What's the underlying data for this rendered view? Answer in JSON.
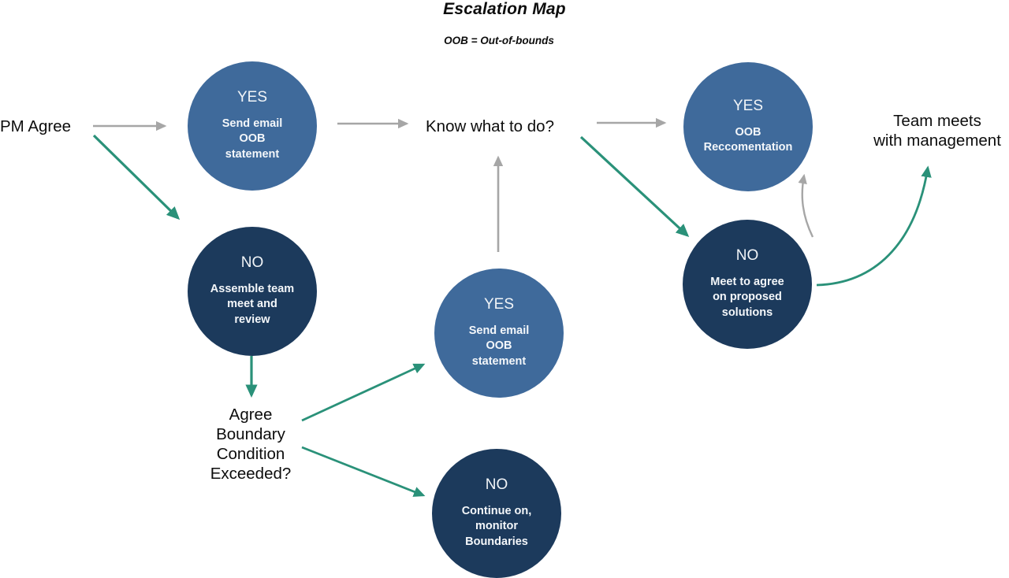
{
  "header": {
    "title": "Escalation Map",
    "subtitle": "OOB = Out-of-bounds"
  },
  "colors": {
    "blue_node": "#3f6a9b",
    "navy_node": "#1c3a5c",
    "teal_arrow": "#2a9179",
    "gray_arrow": "#a6a6a6",
    "text": "#0d0d0d",
    "background": "#ffffff"
  },
  "labels": [
    {
      "id": "pm-agree",
      "text": "PM Agree"
    },
    {
      "id": "know-what-to-do",
      "text": "Know what to do?"
    },
    {
      "id": "agree-boundary",
      "text": "Agree\nBoundary\nCondition\nExceeded?"
    },
    {
      "id": "team-meets",
      "text": "Team meets\nwith management"
    }
  ],
  "nodes": [
    {
      "id": "yes-send-email-oob-1",
      "verdict": "YES",
      "detail": "Send email\nOOB\nstatement",
      "style": "blue"
    },
    {
      "id": "no-assemble-team",
      "verdict": "NO",
      "detail": "Assemble team\nmeet and\nreview",
      "style": "navy"
    },
    {
      "id": "yes-send-email-oob-2",
      "verdict": "YES",
      "detail": "Send email\nOOB\nstatement",
      "style": "blue"
    },
    {
      "id": "no-continue-monitor",
      "verdict": "NO",
      "detail": "Continue on,\nmonitor\nBoundaries",
      "style": "navy"
    },
    {
      "id": "yes-oob-reccomentation",
      "verdict": "YES",
      "detail": "OOB\nReccomentation",
      "style": "blue"
    },
    {
      "id": "no-meet-to-agree",
      "verdict": "NO",
      "detail": "Meet to agree\non proposed\nsolutions",
      "style": "navy"
    }
  ],
  "connectors": [
    {
      "id": "pm-agree-to-yes1",
      "color": "gray",
      "shape": "straight"
    },
    {
      "id": "pm-agree-to-no-assemble",
      "color": "teal",
      "shape": "straight"
    },
    {
      "id": "yes1-to-know-what-to-do",
      "color": "gray",
      "shape": "straight"
    },
    {
      "id": "no-assemble-to-agree-boundary",
      "color": "teal",
      "shape": "straight"
    },
    {
      "id": "agree-boundary-to-yes2",
      "color": "teal",
      "shape": "straight"
    },
    {
      "id": "agree-boundary-to-no-continue",
      "color": "teal",
      "shape": "straight"
    },
    {
      "id": "yes2-to-know-what-to-do",
      "color": "gray",
      "shape": "straight"
    },
    {
      "id": "know-what-to-do-to-yes-oob",
      "color": "gray",
      "shape": "straight"
    },
    {
      "id": "know-what-to-do-to-no-meet",
      "color": "teal",
      "shape": "straight"
    },
    {
      "id": "no-meet-to-yes-oob",
      "color": "gray",
      "shape": "curved"
    },
    {
      "id": "no-meet-to-team-meets",
      "color": "teal",
      "shape": "curved"
    }
  ]
}
